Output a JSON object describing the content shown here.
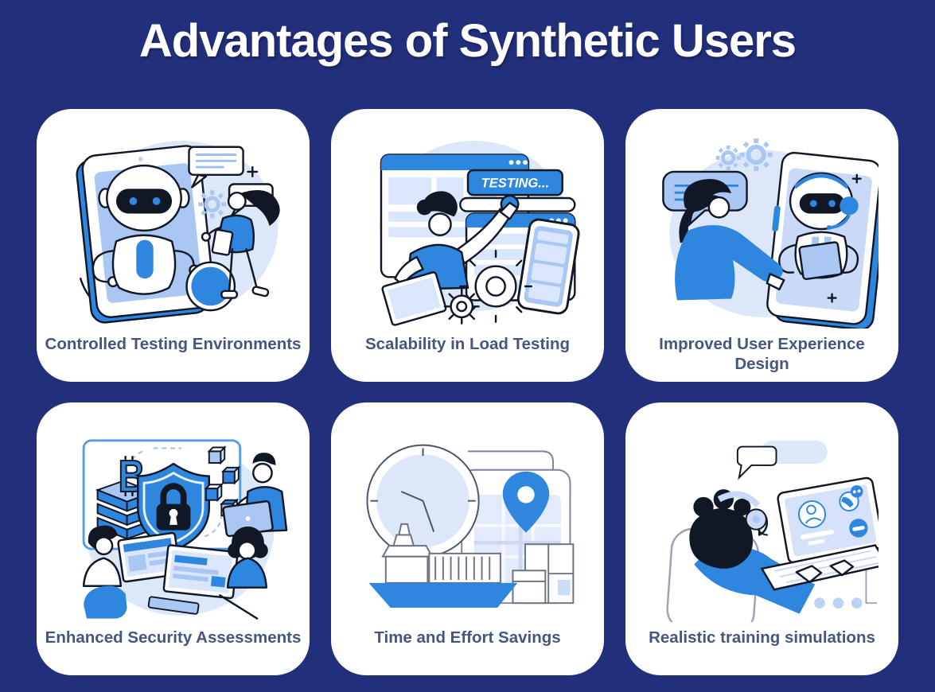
{
  "page": {
    "title": "Advantages of Synthetic Users"
  },
  "palette": {
    "background": "#22307C",
    "card": "#FFFFFF",
    "caption_text": "#46567F",
    "accent_blue": "#2E86DE",
    "light_blue": "#AAC6F3",
    "pale_blue": "#DCE7FA",
    "outline_ink": "#101826"
  },
  "cards": [
    {
      "caption": "Controlled Testing Environments",
      "illustration": "robot-on-tablet-with-researcher-icon"
    },
    {
      "caption": "Scalability in Load Testing",
      "illustration": "man-pointing-testing-progress-icon",
      "banner_text": "TESTING..."
    },
    {
      "caption": "Improved User Experience Design",
      "illustration": "woman-talking-to-robot-on-tablet-icon"
    },
    {
      "caption": "Enhanced Security Assessments",
      "illustration": "security-team-shield-lock-icon"
    },
    {
      "caption": "Time and Effort Savings",
      "illustration": "clock-ship-map-logistics-icon"
    },
    {
      "caption": "Realistic training simulations",
      "illustration": "agent-headset-video-call-laptop-icon"
    }
  ]
}
